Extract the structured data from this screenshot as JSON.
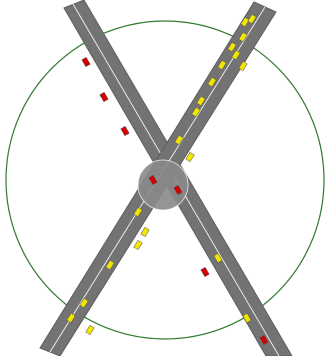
{
  "scene": {
    "background": "#ffffff",
    "boundary_ring_color": "#2f7a2f",
    "road_color": "#737373",
    "road_edge_color": "#5e5e5e",
    "lane_marking_color": "#f5f5f5",
    "center_zone_color": "#8a8a8a",
    "car_colors": {
      "red": "#d40000",
      "yellow": "#f2e600"
    }
  },
  "traffic": {
    "road_a_cars": 9,
    "road_b_cars": 19,
    "red_cars": 7,
    "yellow_cars": 21
  }
}
